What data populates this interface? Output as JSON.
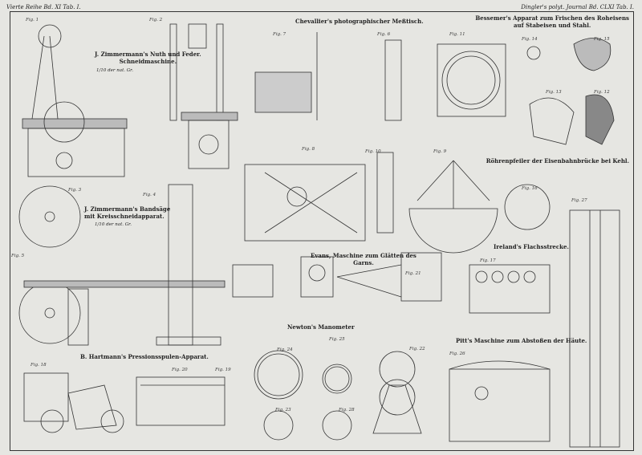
{
  "header": {
    "left": "Vierte Reihe Bd. XI Tab. I.",
    "right": "Dingler's polyt. Journal Bd. CLXI Tab. I."
  },
  "titles": {
    "zimmermann_nuth": "J. Zimmermann's Nuth und Feder.",
    "zimmermann_nuth2": "Schneidmaschine.",
    "zimmermann_nuth_scale": "1/10 der nat. Gr.",
    "chevallier": "Chevallier's photographischer Meßtisch.",
    "bessemer": "Bessemer's Apparat zum Frischen des Roheisens",
    "bessemer2": "auf Stabeisen und Stahl.",
    "zimmermann_band": "J. Zimmermann's Bandsäge",
    "zimmermann_band2": "mit Kreisschneidapparat.",
    "zimmermann_band_scale": "1/10 der nat. Gr.",
    "kehl": "Röhrenpfeiler der Eisenbahnbrücke bei Kehl.",
    "ireland": "Ireland's Flachsstrecke.",
    "evans": "Evans, Maschine zum Glätten des",
    "evans2": "Garns.",
    "newton": "Newton's Manometer",
    "hartmann": "B. Hartmann's Pressionsspulen-Apparat.",
    "pitt": "Pitt's Maschine zum Abstoßen der Häute."
  },
  "figs": [
    "Fig. 1",
    "Fig. 2",
    "Fig. 3",
    "Fig. 4",
    "Fig. 5",
    "Fig. 6",
    "Fig. 7",
    "Fig. 8",
    "Fig. 9",
    "Fig. 10",
    "Fig. 11",
    "Fig. 12",
    "Fig. 13",
    "Fig. 14",
    "Fig. 15",
    "Fig. 16",
    "Fig. 17",
    "Fig. 18",
    "Fig. 19",
    "Fig. 20",
    "Fig. 21",
    "Fig. 22",
    "Fig. 23",
    "Fig. 24",
    "Fig. 25",
    "Fig. 26",
    "Fig. 27",
    "Fig. 28"
  ]
}
